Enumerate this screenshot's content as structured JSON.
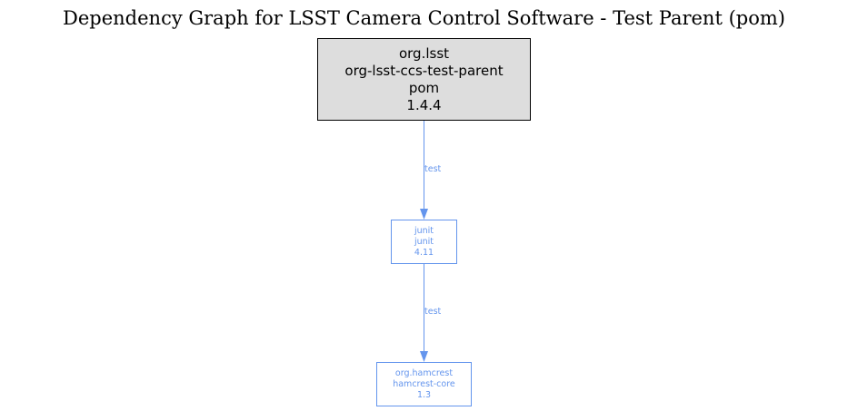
{
  "title": "Dependency Graph for LSST Camera Control Software - Test Parent (pom)",
  "colors": {
    "edge": "#6495ed",
    "root_fill": "#dddddd",
    "root_border": "#000000"
  },
  "nodes": {
    "root": {
      "group": "org.lsst",
      "artifact": "org-lsst-ccs-test-parent",
      "type": "pom",
      "version": "1.4.4"
    },
    "junit": {
      "group": "junit",
      "artifact": "junit",
      "version": "4.11"
    },
    "hamcrest": {
      "group": "org.hamcrest",
      "artifact": "hamcrest-core",
      "version": "1.3"
    }
  },
  "edges": [
    {
      "from": "org-lsst-ccs-test-parent",
      "to": "junit",
      "label": "test"
    },
    {
      "from": "junit",
      "to": "hamcrest-core",
      "label": "test"
    }
  ]
}
